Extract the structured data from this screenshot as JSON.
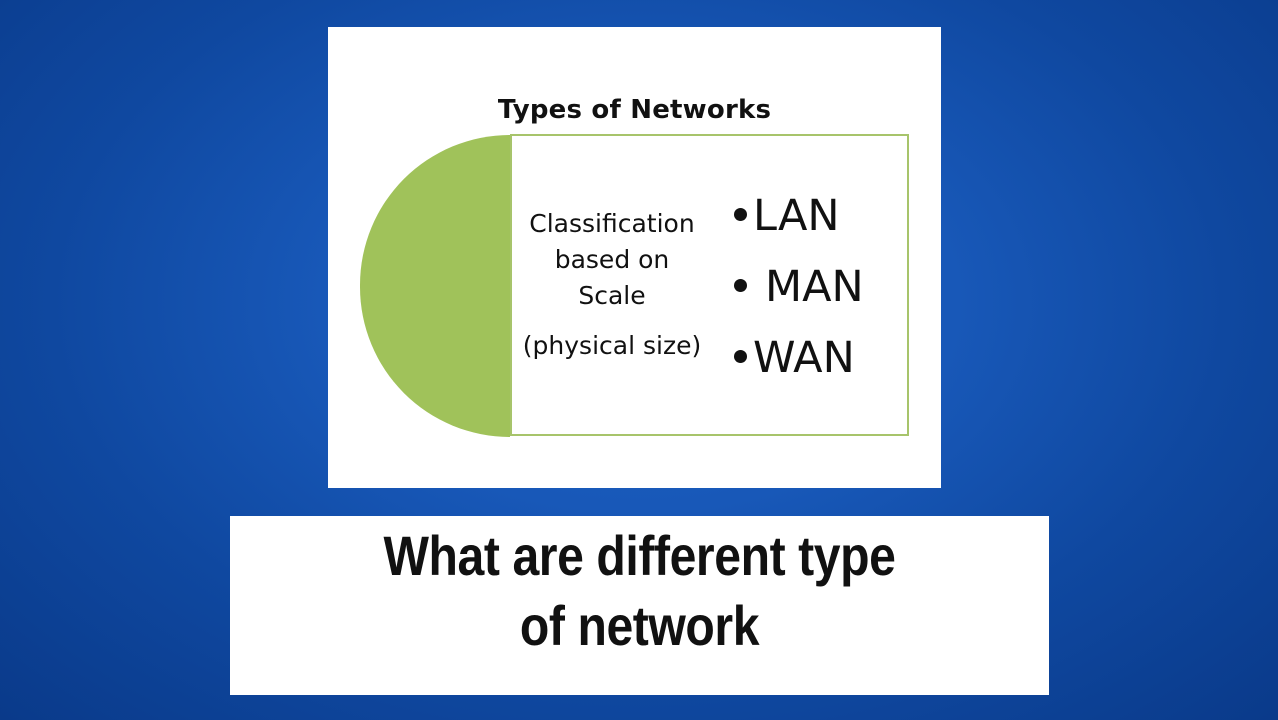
{
  "slide": {
    "title": "Types of Networks",
    "classification": {
      "line1": "Classification",
      "line2": "based on",
      "line3": "Scale",
      "line4": "(physical size)"
    },
    "bullets": [
      "LAN",
      "MAN",
      "WAN"
    ]
  },
  "caption": {
    "line1": "What are different type",
    "line2": "of network"
  },
  "colors": {
    "background": "#1858b8",
    "accent_green": "#a0c25a",
    "box_border": "#a7c46b"
  }
}
